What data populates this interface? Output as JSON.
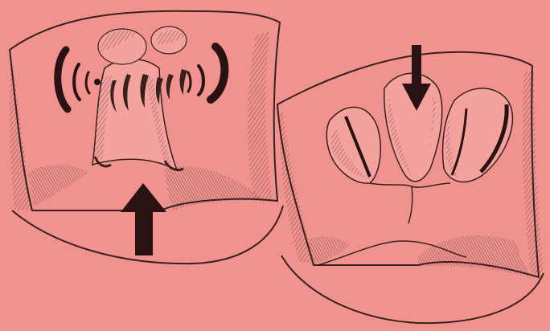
{
  "colors": {
    "background": "#f0938f",
    "ink": "#3a1f1f",
    "shade": "#5a2d2c",
    "arrow": "#2b1212"
  },
  "panels": [
    {
      "id": "left",
      "arrow_direction": "up",
      "arrow_icon": "arrow-up-icon"
    },
    {
      "id": "right",
      "arrow_direction": "down",
      "arrow_icon": "arrow-down-icon"
    }
  ]
}
